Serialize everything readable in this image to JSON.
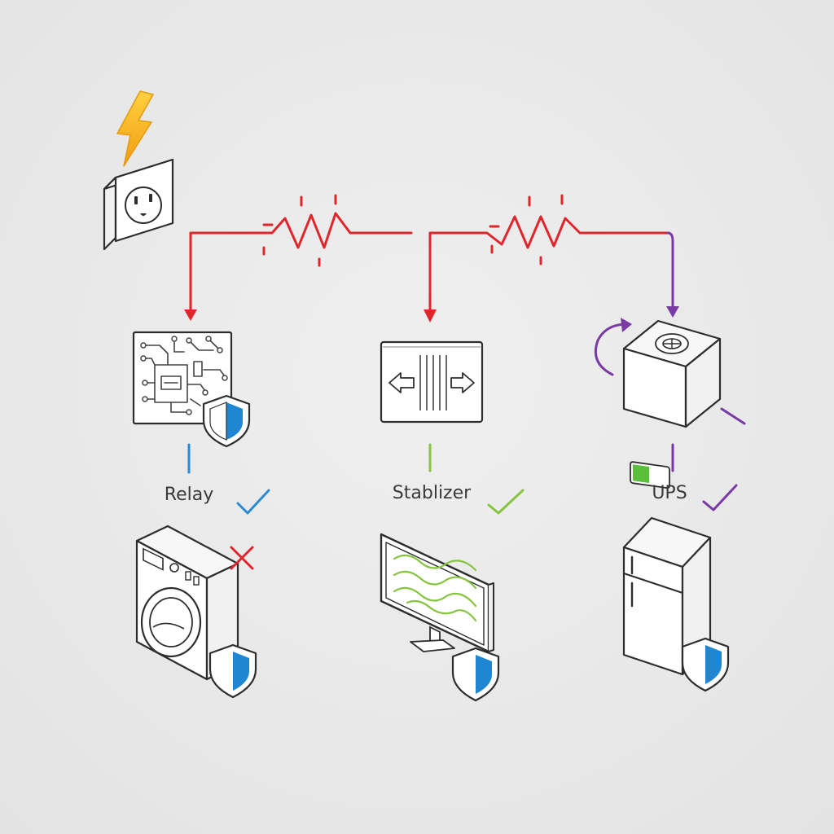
{
  "labels": {
    "relay": "Relay",
    "stabilizer": "Stablizer",
    "ups": "UPS"
  },
  "colors": {
    "line_red": "#e0262b",
    "line_purple": "#7a3aa6",
    "relay_blue": "#2b8ad6",
    "stabilizer_green": "#86c540",
    "ups_purple": "#7a3aa6",
    "lightning_yellow": "#f6b817",
    "shield_blue": "#1e86d3"
  },
  "icons": {
    "power_source": "lightning-bolt-icon",
    "outlet": "wall-outlet-icon",
    "relay": "circuit-board-icon",
    "stabilizer": "stabilizer-box-icon",
    "ups": "ups-battery-cube-icon",
    "washer": "washing-machine-icon",
    "monitor": "monitor-icon",
    "fridge": "refrigerator-icon",
    "shield": "shield-icon",
    "check": "check-mark-icon",
    "cross": "cross-mark-icon"
  }
}
